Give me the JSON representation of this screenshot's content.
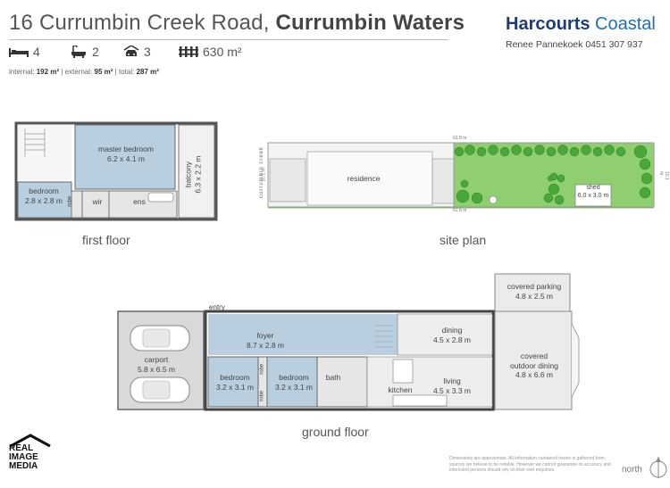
{
  "header": {
    "address_street": "16 Currumbin Creek Road,",
    "address_suburb": "Currumbin Waters"
  },
  "features": {
    "bedrooms": "4",
    "bathrooms": "2",
    "parking": "3",
    "land": "630 m²",
    "icons": [
      "bed-icon",
      "bath-icon",
      "car-icon",
      "fence-icon"
    ]
  },
  "areas": {
    "internal_label": "internal:",
    "internal_value": "192 m²",
    "external_label": "external:",
    "external_value": "95 m²",
    "total_label": "total:",
    "total_value": "287 m²",
    "separator": "|"
  },
  "agency": {
    "brand": "Harcourts",
    "brand_sub": "Coastal",
    "agent": "Renee Pannekoek  0451 307 937",
    "brand_color": "#1f3c73"
  },
  "first_floor": {
    "label": "first floor",
    "rooms": {
      "master_name": "master bedroom",
      "master_size": "6.2 x 4.1 m",
      "bedroom_name": "bedroom",
      "bedroom_size": "2.8 x 2.8 m",
      "robe": "robe",
      "wir": "wir",
      "ens": "ens",
      "balcony_name": "balcony",
      "balcony_size": "6.3 x 2.2 m"
    }
  },
  "site_plan": {
    "label": "site plan",
    "street": "currumbin creek",
    "width_left": "10.1 m",
    "width_right": "10.1 m",
    "length_top": "62.8 m",
    "length_bottom": "62.8 m",
    "residence": "residence",
    "shed_name": "shed",
    "shed_size": "6.0 x 3.0 m",
    "lawn_color": "#8fcf72"
  },
  "ground_floor": {
    "label": "ground floor",
    "rooms": {
      "entry": "entry",
      "carport_name": "carport",
      "carport_size": "5.8 x 6.5 m",
      "foyer_name": "foyer",
      "foyer_size": "8.7 x 2.8 m",
      "bed1_name": "bedroom",
      "bed1_size": "3.2 x 3.1 m",
      "robe1": "robe",
      "bed2_name": "bedroom",
      "bed2_size": "3.2 x 3.1 m",
      "robe2": "robe",
      "bath": "bath",
      "kitchen": "kitchen",
      "dining_name": "dining",
      "dining_size": "4.5 x 2.8 m",
      "living_name": "living",
      "living_size": "4.5 x 3.3 m",
      "covered_parking_name": "covered parking",
      "covered_parking_size": "4.8 x 2.5 m",
      "covered_dining_name1": "covered",
      "covered_dining_name2": "outdoor dining",
      "covered_dining_size": "4.8 x 6.6 m"
    }
  },
  "footer": {
    "disclaimer": "Dimensions are approximate. All information contained herein is gathered from sources we believe to be reliable. However we cannot guarantee its accuracy and interested persons should rely on their own enquiries.",
    "north": "north",
    "logo_line1": "REAL",
    "logo_line2": "IMAGE",
    "logo_line3": "MEDIA"
  }
}
